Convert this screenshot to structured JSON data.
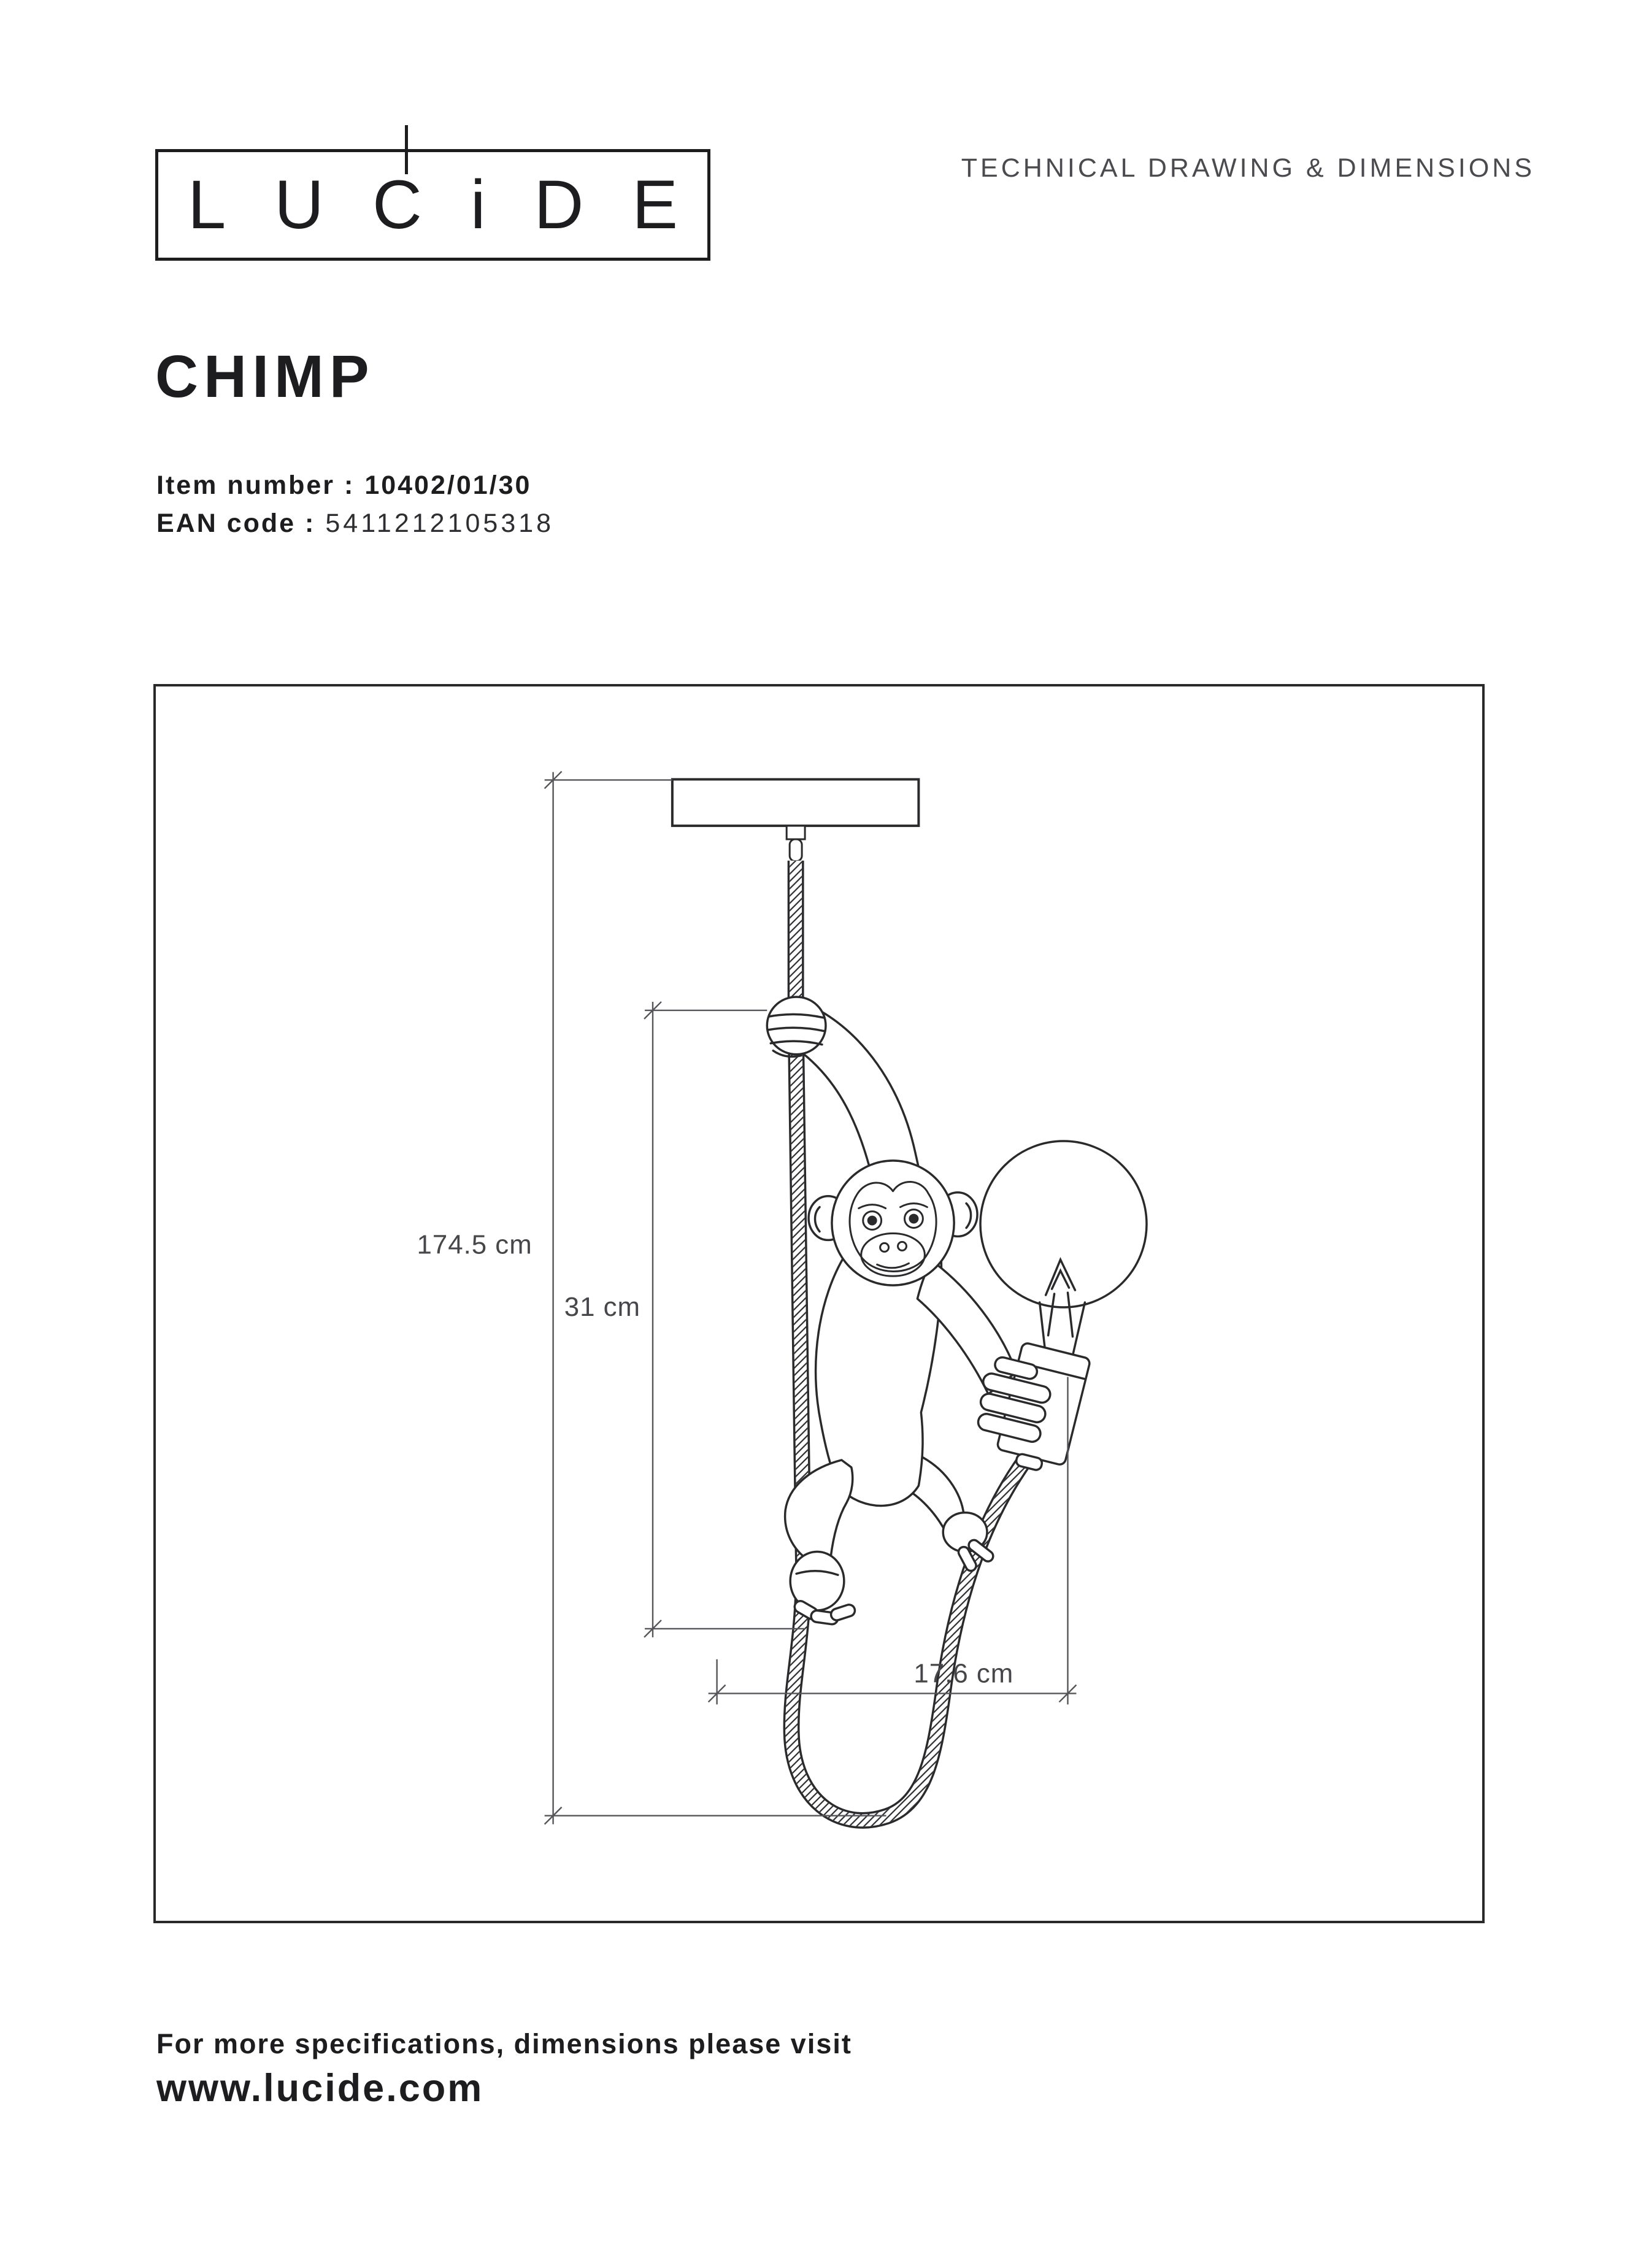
{
  "header": {
    "logo_letters": [
      "L",
      "U",
      "C",
      "i",
      "D",
      "E"
    ],
    "doc_title": "TECHNICAL DRAWING & DIMENSIONS"
  },
  "product": {
    "name": "CHIMP",
    "item_label": "Item number :",
    "item_value": "10402/01/30",
    "ean_label": "EAN code :",
    "ean_value": "5411212105318"
  },
  "drawing": {
    "dim_total": "174.5 cm",
    "dim_height": "31 cm",
    "dim_width": "17.6 cm"
  },
  "footer": {
    "note": "For more specifications, dimensions please visit",
    "website": "www.lucide.com"
  },
  "colors": {
    "ink": "#1d1d1f",
    "gray": "#4a4a4f",
    "line": "#2a2a2d"
  }
}
